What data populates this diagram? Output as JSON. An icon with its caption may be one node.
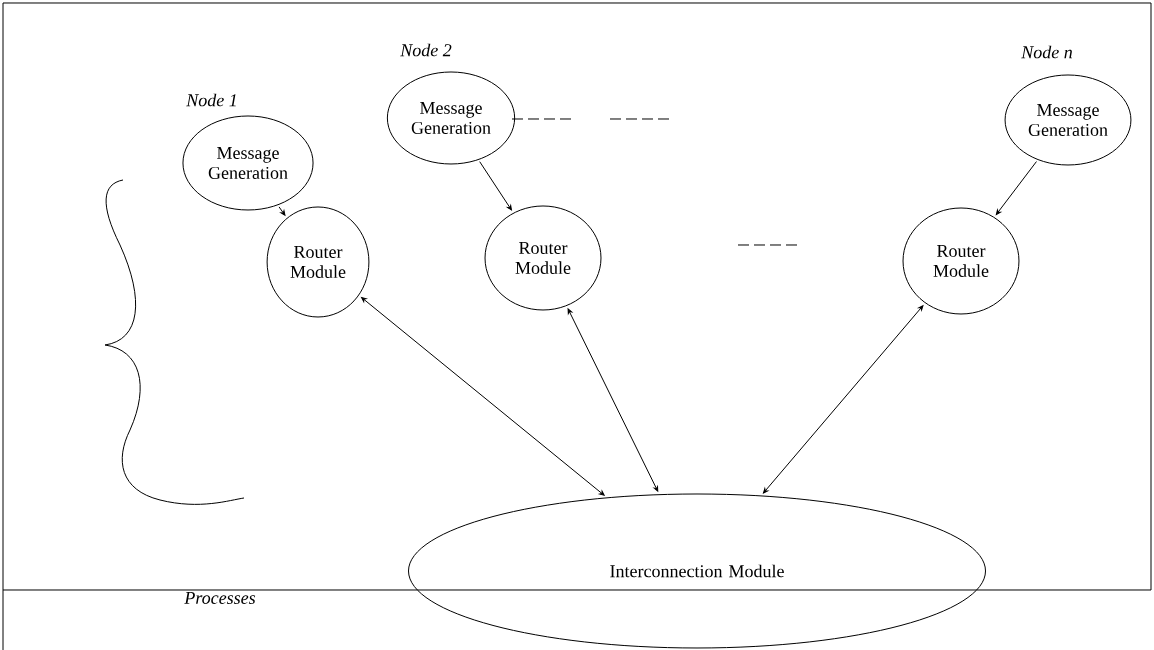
{
  "diagram": {
    "nodes": [
      {
        "text": [
          "Message Generation"
        ],
        "beside": [
          "Node 1"
        ]
      },
      {
        "text": [
          "Message Generation"
        ],
        "beside": [
          "Node 2"
        ]
      },
      {
        "text": [
          "Message Generation"
        ],
        "beside": [
          "Node n"
        ]
      },
      {
        "text": [
          "Router Module"
        ]
      },
      {
        "text": [
          "Router Module"
        ]
      },
      {
        "text": [
          "Router Module"
        ]
      },
      {
        "text": [
          "Interconnection Module"
        ]
      }
    ],
    "edges": [
      {
        "from": 0,
        "to": 3,
        "arrow": "to"
      },
      {
        "from": 1,
        "to": 4,
        "arrow": "to"
      },
      {
        "from": 2,
        "to": 5,
        "arrow": "to"
      },
      {
        "from": 3,
        "to": 6,
        "arrow": "both"
      },
      {
        "from": 4,
        "to": 6,
        "arrow": "both"
      },
      {
        "from": 5,
        "to": 6,
        "arrow": "both"
      }
    ],
    "labels": [
      "Processes"
    ]
  }
}
